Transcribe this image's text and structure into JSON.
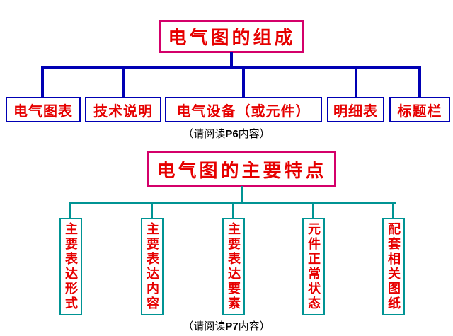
{
  "composition": {
    "title": "电气图的组成",
    "children": [
      "电气图表",
      "技术说明",
      "电气设备（或元件）",
      "明细表",
      "标题栏"
    ],
    "note": {
      "prefix": "（请阅读",
      "page": "P6",
      "suffix": "内容）"
    }
  },
  "features": {
    "title": "电气图的主要特点",
    "children": [
      "主要表达形式",
      "主要表达内容",
      "主要表达要素",
      "元件正常状态",
      "配套相关图纸"
    ],
    "note": {
      "prefix": "（请阅读",
      "page": "P7",
      "suffix": "内容）"
    }
  },
  "colors": {
    "title_border": "#d4006a",
    "text": "#e60000",
    "top_connector": "#0000b4",
    "bottom_connector": "#009494",
    "note_text": "#000000"
  }
}
